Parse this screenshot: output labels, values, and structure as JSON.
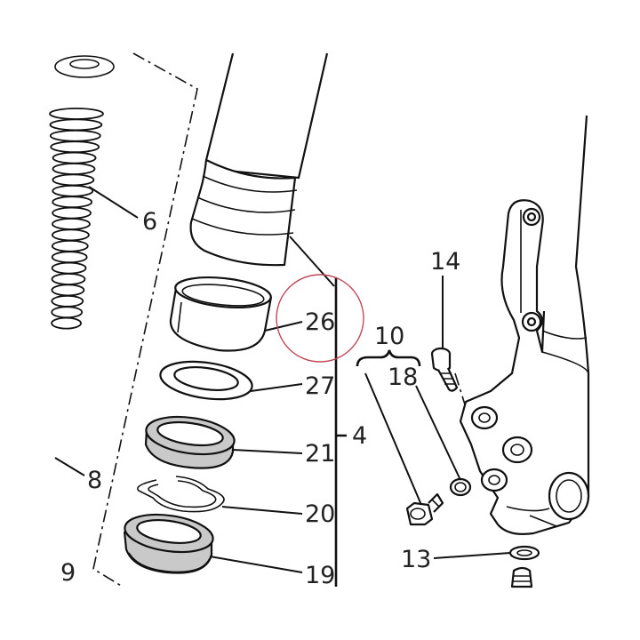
{
  "callouts": {
    "c6": "6",
    "c8": "8",
    "c9": "9",
    "c26": "26",
    "c27": "27",
    "c21": "21",
    "c20": "20",
    "c19": "19",
    "c4": "4",
    "c10": "10",
    "c14": "14",
    "c18": "18",
    "c13": "13"
  },
  "colors": {
    "line": "#111111",
    "highlight_circle": "#c0485a",
    "part_fill_grey": "#c9c9c9"
  }
}
